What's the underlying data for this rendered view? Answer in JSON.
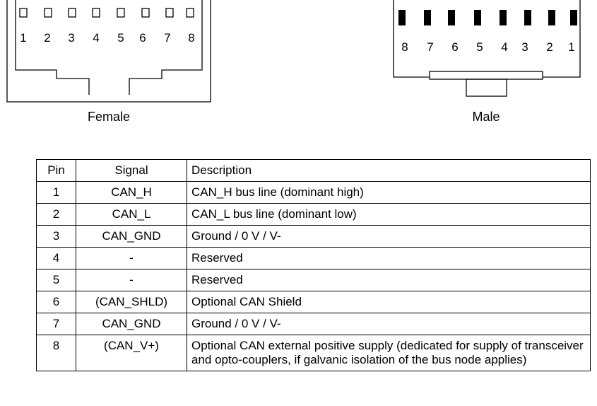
{
  "diagram": {
    "female": {
      "caption": "Female",
      "pin_labels": [
        "1",
        "2",
        "3",
        "4",
        "5",
        "6",
        "7",
        "8"
      ]
    },
    "male": {
      "caption": "Male",
      "pin_labels": [
        "8",
        "7",
        "6",
        "5",
        "4",
        "3",
        "2",
        "1"
      ]
    }
  },
  "table": {
    "headers": {
      "pin": "Pin",
      "signal": "Signal",
      "description": "Description"
    },
    "rows": [
      {
        "pin": "1",
        "signal": "CAN_H",
        "description": "CAN_H bus line (dominant high)"
      },
      {
        "pin": "2",
        "signal": "CAN_L",
        "description": "CAN_L bus line (dominant low)"
      },
      {
        "pin": "3",
        "signal": "CAN_GND",
        "description": "Ground / 0 V / V-"
      },
      {
        "pin": "4",
        "signal": "-",
        "description": "Reserved"
      },
      {
        "pin": "5",
        "signal": "-",
        "description": "Reserved"
      },
      {
        "pin": "6",
        "signal": "(CAN_SHLD)",
        "description": "Optional CAN Shield"
      },
      {
        "pin": "7",
        "signal": "CAN_GND",
        "description": "Ground / 0 V / V-"
      },
      {
        "pin": "8",
        "signal": "(CAN_V+)",
        "description": "Optional CAN external positive supply (dedicated for supply of transceiver and opto-couplers, if galvanic isolation of the bus node applies)"
      }
    ]
  }
}
